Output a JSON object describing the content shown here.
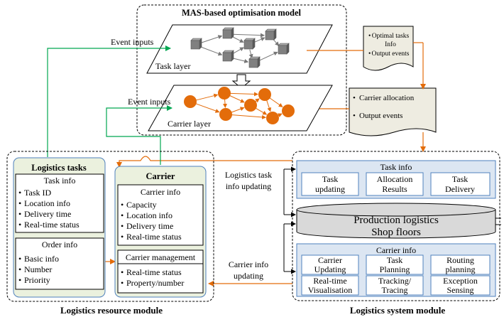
{
  "mas_model": {
    "title": "MAS-based optimisation model",
    "task_layer_label": "Task layer",
    "carrier_layer_label": "Carrier layer"
  },
  "event_inputs_label": "Event inputs",
  "notes": {
    "task_note": [
      "Optimal tasks",
      "Info",
      "Output events"
    ],
    "carrier_note": [
      "Carrier allocation",
      "Output events"
    ]
  },
  "resource_module": {
    "title": "Logistics resource module",
    "logistics_tasks": {
      "title": "Logistics tasks",
      "task_info": {
        "title": "Task info",
        "items": [
          "Task ID",
          "Location info",
          "Delivery time",
          "Real-time status"
        ]
      },
      "order_info": {
        "title": "Order info",
        "items": [
          "Basic info",
          "Number",
          "Priority"
        ]
      }
    },
    "carrier": {
      "title": "Carrier",
      "carrier_info": {
        "title": "Carrier info",
        "items": [
          "Capacity",
          "Location info",
          "Delivery time",
          "Real-time status"
        ]
      },
      "carrier_management": {
        "title": "Carrier management",
        "items": [
          "Real-time status",
          "Property/number"
        ]
      }
    }
  },
  "updating_labels": {
    "task": [
      "Logistics task",
      "info updating"
    ],
    "carrier": [
      "Carrier info",
      "updating"
    ]
  },
  "system_module": {
    "title": "Logistics system module",
    "task_info": {
      "title": "Task info",
      "cells": [
        [
          "Task",
          "updating"
        ],
        [
          "Allocation",
          "Results"
        ],
        [
          "Task",
          "Delivery"
        ]
      ]
    },
    "shop_floor": [
      "Production logistics",
      "Shop floors"
    ],
    "carrier_info": {
      "title": "Carrier info",
      "cells": [
        [
          "Carrier",
          "Updating"
        ],
        [
          "Task",
          "Planning"
        ],
        [
          "Routing",
          "planning"
        ],
        [
          "Real-time",
          "Visualisation"
        ],
        [
          "Tracking/",
          "Tracing"
        ],
        [
          "Exception",
          "Sensing"
        ]
      ]
    }
  },
  "colors": {
    "orange": "#E36C0A",
    "green": "#00A651",
    "light_blue_panel": "#DCE6F2",
    "cell_fill": "#FFFFFF",
    "cell_border": "#4F81BD",
    "green_panel": "#EBF1DE",
    "note_fill": "#EEECE1",
    "cylinder_fill": "#D9D9D9"
  }
}
